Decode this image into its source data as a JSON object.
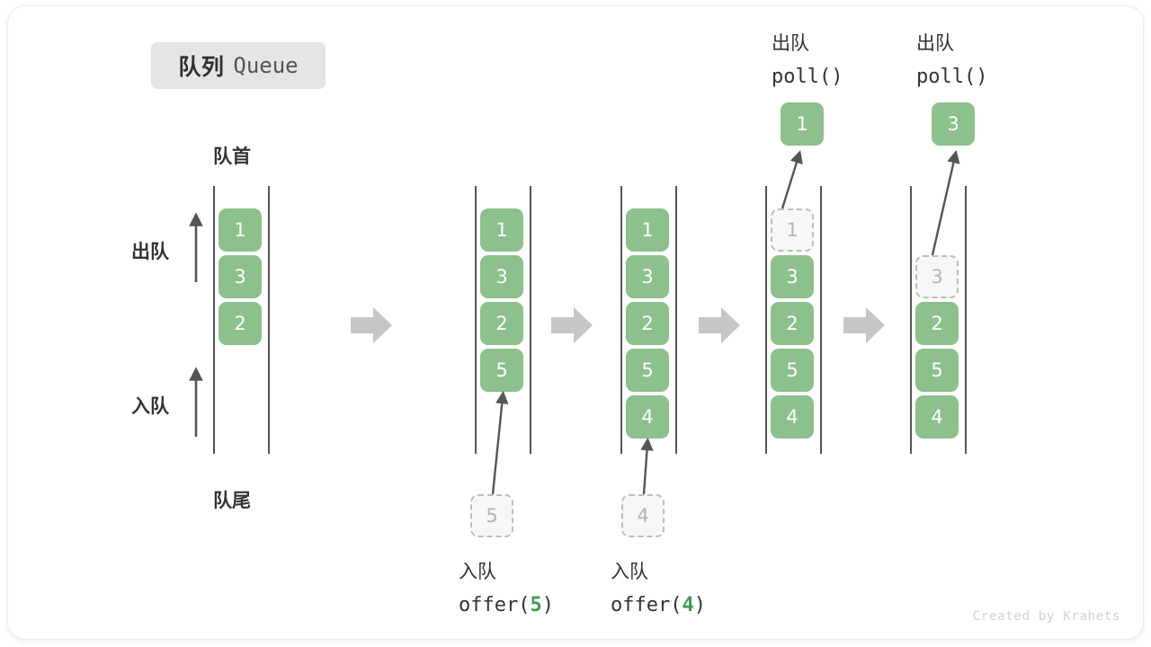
{
  "title": {
    "cn": "队列",
    "en": "Queue"
  },
  "labels": {
    "head": "队首",
    "tail": "队尾",
    "dequeue": "出队",
    "enqueue": "入队"
  },
  "colors": {
    "element": "#8cc08c",
    "element_text": "#ffffff",
    "ghost_fill": "#f7f7f7",
    "ghost_border": "#bdbdbd",
    "ghost_text": "#b4b4b4",
    "rail": "#555555",
    "step_arrow": "#c6c6c6",
    "accent_arg": "#3f9a4f",
    "title_chip_bg": "#e5e5e5",
    "text": "#333333"
  },
  "stages": [
    {
      "id": "initial",
      "caption_cn": "",
      "caption_code": "",
      "items": [
        "1",
        "3",
        "2"
      ],
      "ghost_index": -1,
      "popped": null
    },
    {
      "id": "offer-5",
      "caption_cn": "入队",
      "caption_code": "offer(5)",
      "caption_arg": "5",
      "items": [
        "1",
        "3",
        "2",
        "5"
      ],
      "incoming": "5",
      "ghost_index": -1,
      "popped": null
    },
    {
      "id": "offer-4",
      "caption_cn": "入队",
      "caption_code": "offer(4)",
      "caption_arg": "4",
      "items": [
        "1",
        "3",
        "2",
        "5",
        "4"
      ],
      "incoming": "4",
      "ghost_index": -1,
      "popped": null
    },
    {
      "id": "poll-1",
      "caption_cn": "出队",
      "caption_code": "poll()",
      "caption_arg": "",
      "items": [
        "1",
        "3",
        "2",
        "5",
        "4"
      ],
      "ghost_index": 0,
      "popped": "1"
    },
    {
      "id": "poll-3",
      "caption_cn": "出队",
      "caption_code": "poll()",
      "caption_arg": "",
      "items": [
        "3",
        "2",
        "5",
        "4"
      ],
      "ghost_index": 0,
      "popped": "3"
    }
  ],
  "footer": {
    "credit": "Created by Krahets"
  }
}
